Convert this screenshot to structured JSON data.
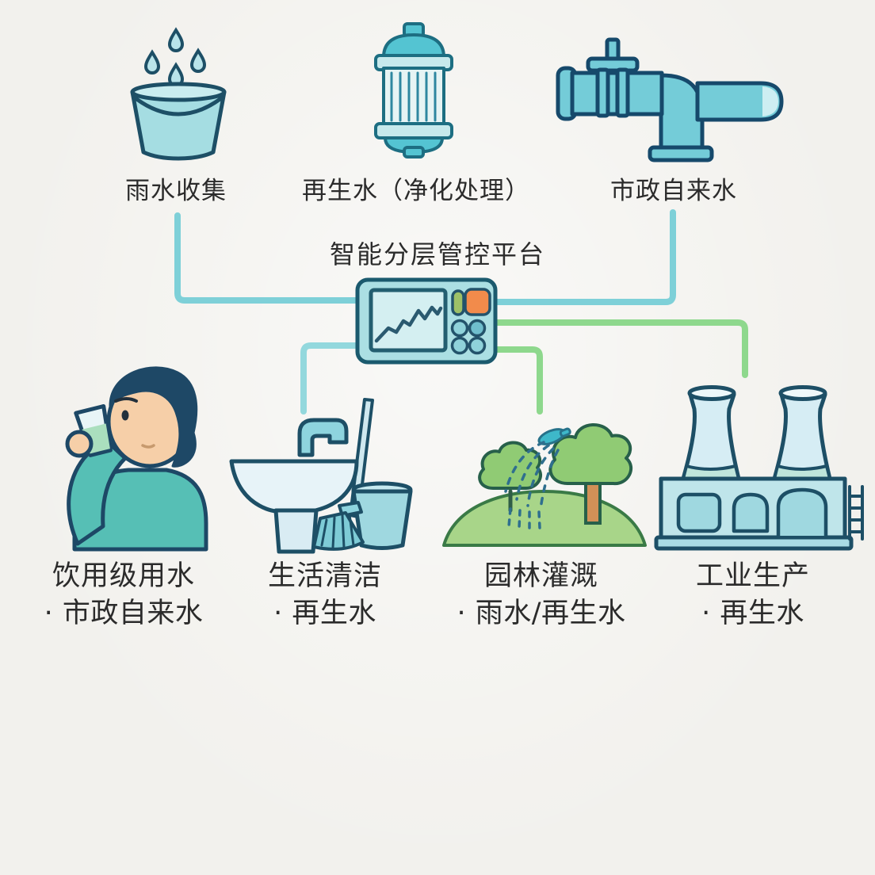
{
  "title": "智能分层管控平台",
  "colors": {
    "background": "#f2f1ed",
    "teal_line": "#7ed0d8",
    "green_line": "#8ed88d",
    "outline_dark": "#1d4f66",
    "icon_teal": "#74ccd8",
    "icon_light_teal": "#a5dde2",
    "accent_orange": "#f28b4b",
    "accent_olive": "#9dc068",
    "tree_green": "#90cb74",
    "text": "#2b2b2b"
  },
  "platform": {
    "title": "智能分层管控平台",
    "icon": "control-panel-icon"
  },
  "sources": [
    {
      "id": "rainwater",
      "label": "雨水收集",
      "icon": "bucket-rain-icon"
    },
    {
      "id": "reclaimed",
      "label": "再生水（净化处理）",
      "icon": "water-filter-icon"
    },
    {
      "id": "municipal",
      "label": "市政自来水",
      "icon": "pipe-valve-icon"
    }
  ],
  "uses": [
    {
      "id": "drinking",
      "label": "饮用级用水",
      "source": "· 市政自来水",
      "icon": "person-drinking-icon"
    },
    {
      "id": "cleaning",
      "label": "生活清洁",
      "source": "· 再生水",
      "icon": "sink-mop-icon"
    },
    {
      "id": "irrigation",
      "label": "园林灌溉",
      "source": "· 雨水/再生水",
      "icon": "garden-sprinkler-icon"
    },
    {
      "id": "industrial",
      "label": "工业生产",
      "source": "· 再生水",
      "icon": "factory-icon"
    }
  ]
}
